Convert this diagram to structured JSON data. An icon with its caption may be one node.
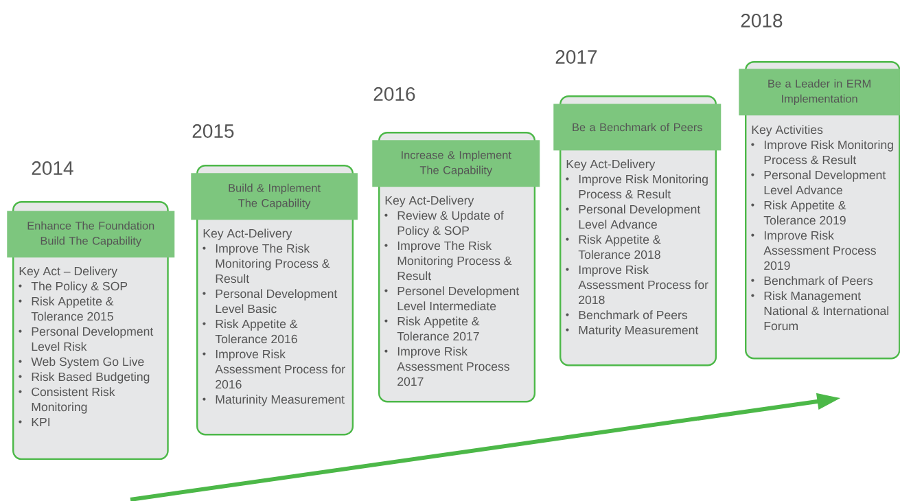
{
  "diagram": {
    "nodes": [
      {
        "text": [
          "Enhance The Foundation Build The Capability",
          "Key Act – Delivery",
          "The Policy & SOP",
          "Risk Appetite & Tolerance 2015",
          "Personal Development Level Risk",
          "Web System Go Live",
          "Risk Based Budgeting",
          "Consistent Risk Monitoring",
          "KPI"
        ],
        "beside": [
          "2014"
        ]
      },
      {
        "text": [
          "Build & Implement The Capability",
          "Key Act-Delivery",
          "Improve The Risk Monitoring Process & Result",
          "Personal Development Level Basic",
          "Risk Appetite & Tolerance 2016",
          "Improve Risk Assessment Process for 2016",
          "Maturinity Measurement"
        ],
        "beside": [
          "2015"
        ]
      },
      {
        "text": [
          "Increase & Implement The Capability",
          "Key Act-Delivery",
          "Review & Update of Policy & SOP",
          "Improve The Risk Monitoring Process & Result",
          "Personel Development Level Intermediate",
          "Risk Appetite & Tolerance 2017",
          "Improve Risk Assessment Process 2017"
        ],
        "beside": [
          "2016"
        ]
      },
      {
        "text": [
          "Be a Benchmark of Peers",
          "Key Act-Delivery",
          "Improve Risk Monitoring Process & Result",
          "Personal Development Level Advance",
          "Risk Appetite & Tolerance 2018",
          "Improve Risk Assessment Process for 2018",
          "Benchmark of Peers",
          "Maturity Measurement"
        ],
        "beside": [
          "2017"
        ]
      },
      {
        "text": [
          "Be a Leader in ERM Implementation",
          "Key Activities",
          "Improve Risk Monitoring Process & Result",
          "Personal Development Level Advance",
          "Risk Appetite & Tolerance 2019",
          "Improve Risk Assessment Process 2019",
          "Benchmark of Peers",
          "Risk Management National & International Forum"
        ],
        "beside": [
          "2018"
        ]
      }
    ]
  }
}
